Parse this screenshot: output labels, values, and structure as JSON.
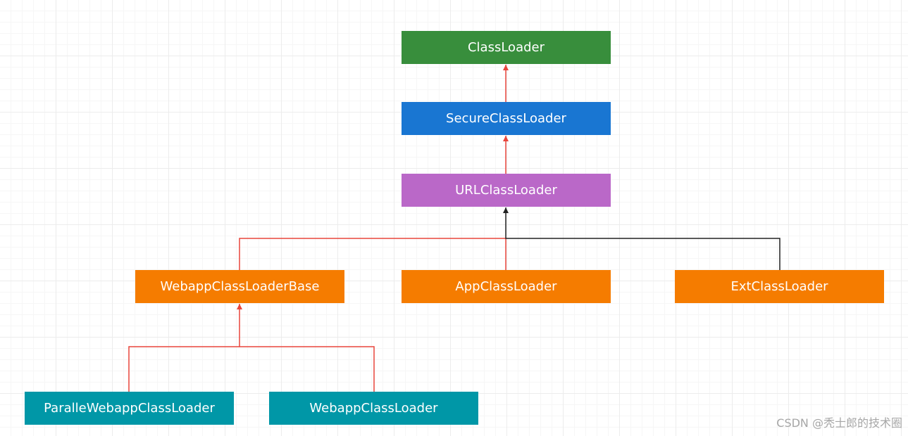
{
  "nodes": {
    "classloader": {
      "label": "ClassLoader",
      "color": "#388e3c"
    },
    "secureclassloader": {
      "label": "SecureClassLoader",
      "color": "#1976d2"
    },
    "urlclassloader": {
      "label": "URLClassLoader",
      "color": "#ba68c8"
    },
    "webappclassloaderbase": {
      "label": "WebappClassLoaderBase",
      "color": "#f57c00"
    },
    "appclassloader": {
      "label": "AppClassLoader",
      "color": "#f57c00"
    },
    "extclassloader": {
      "label": "ExtClassLoader",
      "color": "#f57c00"
    },
    "parallewebappclassloader": {
      "label": "ParalleWebappClassLoader",
      "color": "#0097a7"
    },
    "webappclassloader": {
      "label": "WebappClassLoader",
      "color": "#0097a7"
    }
  },
  "edges": [
    {
      "from": "secureclassloader",
      "to": "classloader",
      "color": "#e8453c"
    },
    {
      "from": "urlclassloader",
      "to": "secureclassloader",
      "color": "#e8453c"
    },
    {
      "from": "webappclassloaderbase",
      "to": "urlclassloader",
      "color": "#e8453c"
    },
    {
      "from": "appclassloader",
      "to": "urlclassloader",
      "color": "#e8453c"
    },
    {
      "from": "extclassloader",
      "to": "urlclassloader",
      "color": "#222222"
    },
    {
      "from": "parallewebappclassloader",
      "to": "webappclassloaderbase",
      "color": "#e8453c"
    },
    {
      "from": "webappclassloader",
      "to": "webappclassloaderbase",
      "color": "#e8453c"
    }
  ],
  "watermark": "CSDN @秃士郎的技术圈"
}
